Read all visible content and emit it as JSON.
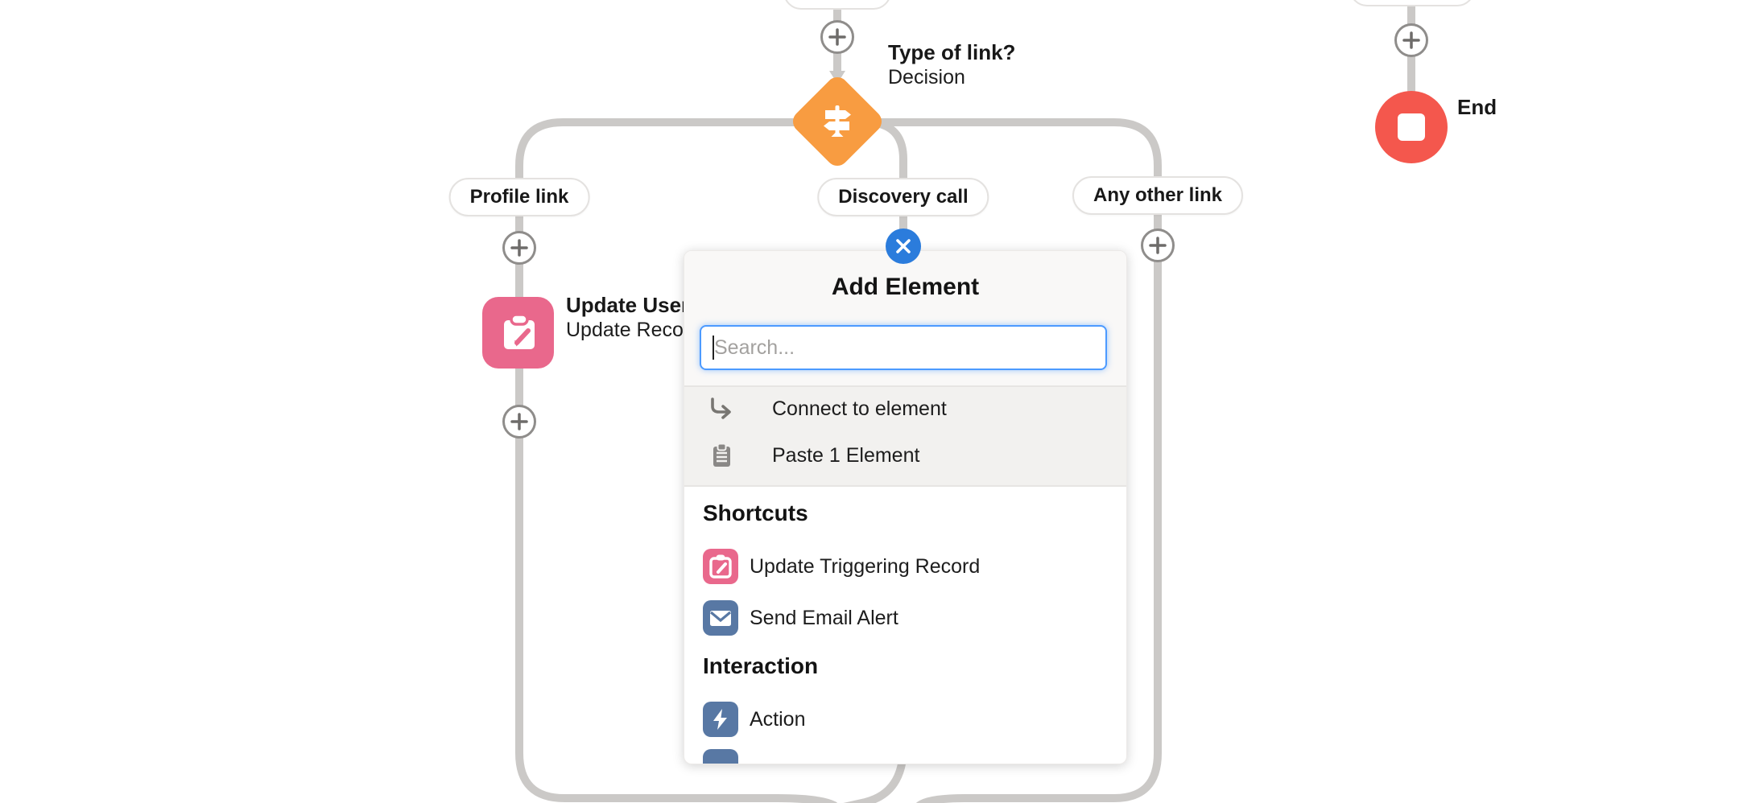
{
  "flow": {
    "decision": {
      "title": "Type of link?",
      "type_label": "Decision"
    },
    "branches": [
      {
        "label": "Profile link"
      },
      {
        "label": "Discovery call"
      },
      {
        "label": "Any other link"
      }
    ],
    "update_node": {
      "title": "Update User",
      "subtitle": "Update Recor"
    },
    "end_label": "End"
  },
  "popup": {
    "title": "Add Element",
    "search": {
      "placeholder": "Search...",
      "value": ""
    },
    "quick_actions": [
      {
        "icon": "connect-arrow-icon",
        "label": "Connect to element"
      },
      {
        "icon": "paste-clipboard-icon",
        "label": "Paste 1 Element"
      }
    ],
    "sections": [
      {
        "heading": "Shortcuts",
        "items": [
          {
            "icon": "update-record-icon",
            "icon_color": "#E9688C",
            "label": "Update Triggering Record"
          },
          {
            "icon": "email-icon",
            "icon_color": "#5878A4",
            "label": "Send Email Alert"
          }
        ]
      },
      {
        "heading": "Interaction",
        "items": [
          {
            "icon": "lightning-icon",
            "icon_color": "#5878A4",
            "label": "Action"
          }
        ]
      }
    ]
  },
  "colors": {
    "connector_gray": "#CBC9C7",
    "decision_orange": "#F89C41",
    "record_pink": "#E9688C",
    "slate_blue": "#5878A4",
    "end_red": "#F4574D",
    "close_blue": "#2B7CDC",
    "search_focus_blue": "#4C9AFF"
  }
}
